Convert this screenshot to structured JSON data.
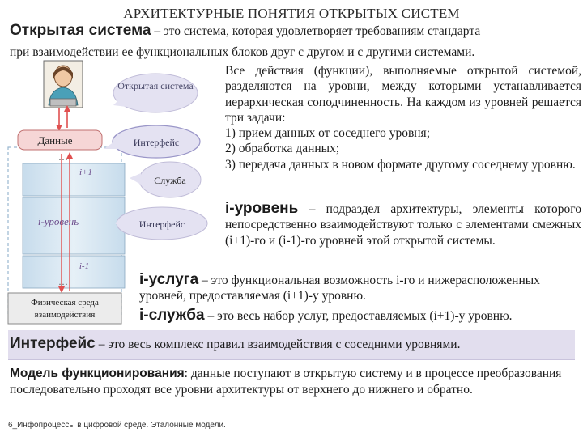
{
  "slide": {
    "title": "АРХИТЕКТУРНЫЕ ПОНЯТИЯ ОТКРЫТЫХ СИСТЕМ",
    "open_system": {
      "term": "Открытая система",
      "def_part1": " – это система, которая удовлетворяет требованиям стандарта",
      "def_part2": "при взаимодействии ее функциональных блоков друг с другом и с другими системами."
    },
    "levels_paragraph": "Все действия (функции), выполняемые открытой системой, разделяются на уровни, между которыми устанавливается иерархическая соподчиненность. На каждом из уровней решается три задачи:",
    "tasks": [
      "1) прием данных от соседнего уровня;",
      "2) обработка данных;",
      "3) передача данных в новом формате другому соседнему уровню."
    ],
    "i_level": {
      "term": "i-уровень",
      "def": " – подраздел архитектуры, элементы которого непосредственно взаимодействуют только с элементами смежных (i+1)-го и (i-1)-го уровней этой открытой системы."
    },
    "i_service": {
      "term": "i-услуга",
      "def": " – это функциональная возможность i-го и нижерасположенных уровней, предоставляемая (i+1)-у уровню."
    },
    "i_service2": {
      "term": "i-служба",
      "def": " – это весь набор услуг, предоставляемых (i+1)-у уровню."
    },
    "interface_def": {
      "term": "Интерфейс",
      "def": " – это весь комплекс правил взаимодействия с соседними уровнями."
    },
    "model_def": {
      "term": "Модель функционирования",
      "def": ": данные поступают в открытую систему и в процессе преобразования последовательно проходят все уровни архитектуры от верхнего до нижнего и обратно."
    },
    "footer": "6_Инфопроцессы в цифровой среде. Эталонные модели."
  },
  "diagram": {
    "callout_open_system": "Открытая система",
    "callout_interface_top": "Интерфейс",
    "callout_service": "Служба",
    "callout_interface_bottom": "Интерфейс",
    "data_box": "Данные",
    "dots_top": "…",
    "level_upper": "i+1",
    "level_mid": "i-уровень",
    "level_lower": "i-1",
    "dots_bottom": "…",
    "physical_env_line1": "Физическая среда",
    "physical_env_line2": "взаимодействия",
    "colors": {
      "callout_fill": "#e4e2f2",
      "level_fill": "#d6e6f2",
      "data_fill": "#f6d6d6",
      "arrow": "#e05050",
      "band": "#e2deee"
    },
    "icons": [
      "person-at-computer-icon"
    ]
  }
}
